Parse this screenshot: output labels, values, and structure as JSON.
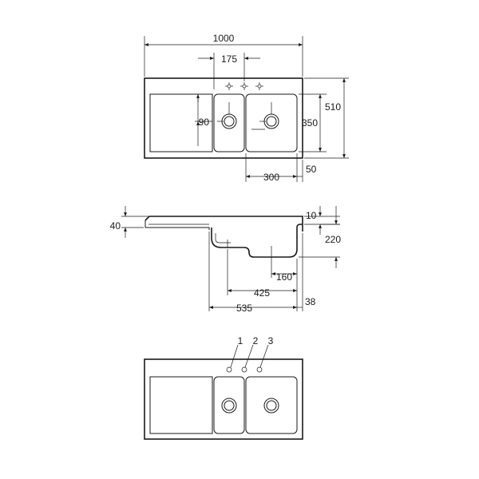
{
  "top_view": {
    "width_overall": "1000",
    "tap_spacing": "175",
    "depth_overall": "510",
    "bowl_depth": "350",
    "drain_offset": "90",
    "bowl_width": "300",
    "rim_offset": "50"
  },
  "section_view": {
    "rim_thickness": "40",
    "lip_height": "10",
    "bowl_depth": "220",
    "drain_offset": "160",
    "small_bowl_span": "425",
    "large_bowl_span": "535",
    "edge_offset": "38"
  },
  "tap_view": {
    "tap_positions": [
      "1",
      "2",
      "3"
    ]
  }
}
